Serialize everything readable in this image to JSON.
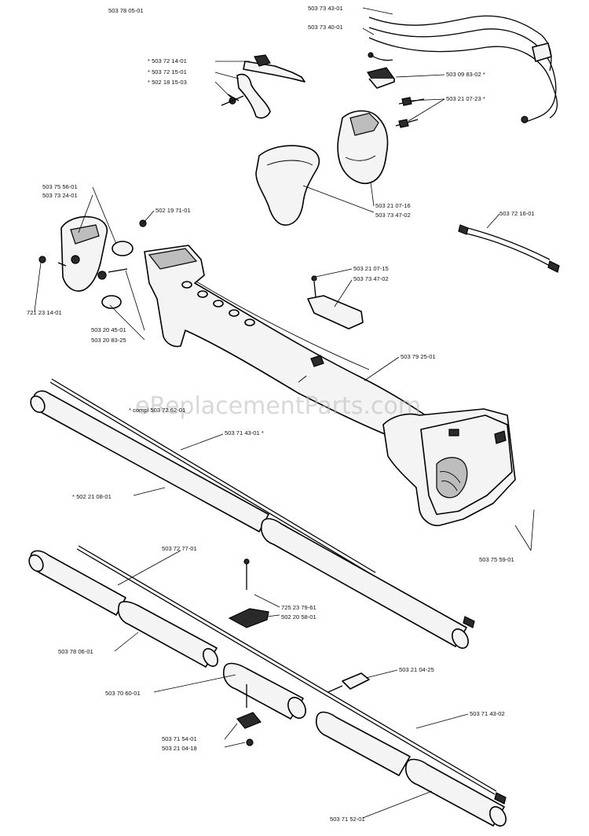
{
  "watermark": "eReplacementParts.com",
  "labels": {
    "l50378": "503 78 05-01",
    "l503734301": "503 73 43-01",
    "l503734001": "503 73 40-01",
    "l503721401": "* 503 72 14-01",
    "l503721501": "* 503 72 15-01",
    "l502181503": "* 502 18 15-03",
    "l503098302": "503 09 83-02 *",
    "l503210723": "503 21 07-23 *",
    "l503210716": "503 21 07-16",
    "l503734702a": "503 73 47-02",
    "l503755601": "503 75 56-01",
    "l503732401": "503 73 24-01",
    "l502197101": "502 19 71-01",
    "l503721601": "503 72 16-01",
    "l503210715": "503 21 07-15",
    "l503734702b": "503 73 47-02",
    "l721231401": "721 23 14-01",
    "l503204501": "503 20 45-01",
    "l503208325": "503 20 83-25",
    "l503792501": "503 79 25-01",
    "lcompl": "* compl 503 72 62-01",
    "l503714301": "503 71 43-01 *",
    "l502210801": "* 502 21 08-01",
    "l503755901": "503 75 59-01",
    "l503727701": "503 72 77-01",
    "l725237961": "725 23 79-61",
    "l502205801": "502 20 58-01",
    "l503780601": "503 78 06-01",
    "l503706001": "503 70 60-01",
    "l503210425": "503 21 04-25",
    "l503714302": "503 71 43-02",
    "l503715401": "503 71 54-01",
    "l503210418": "503 21 04-18",
    "l503715201": "503 71 52-01"
  }
}
